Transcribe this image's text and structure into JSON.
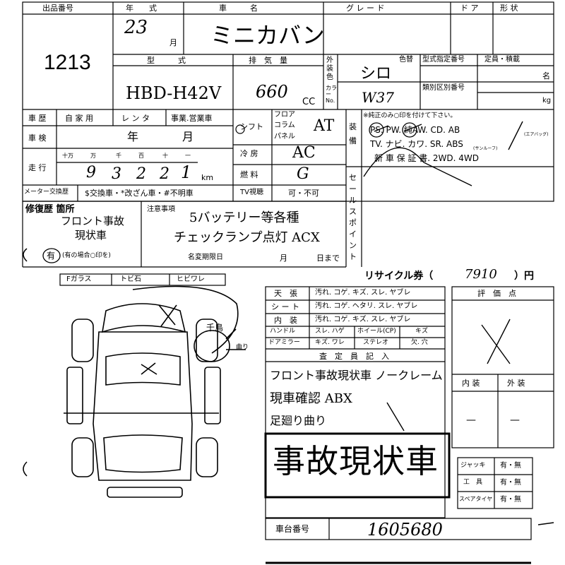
{
  "header": {
    "lot_label": "出品番号",
    "year_label": "年　　式",
    "car_label": "車　　　名",
    "grade_label": "グ レ ー ド",
    "door_label": "ド ア",
    "shape_label": "形 状",
    "lot_number": "1213",
    "year_value": "23",
    "month_unit": "月",
    "car_name": "ミニカバン"
  },
  "model": {
    "type_label": "型　　　式",
    "displacement_label": "排　気　量",
    "type_value": "HBD-H42V",
    "displacement_value": "660",
    "cc_unit": "CC",
    "ext_color_label": "外装色",
    "color_no_label": "カラーNo.",
    "color_name_label": "色替",
    "color_value": "シロ",
    "color_code": "W37",
    "spec_no_label": "型式指定番号",
    "class_no_label": "類別区別番号",
    "capacity_label": "定員・積載",
    "capacity_unit": "名",
    "load_unit": "kg"
  },
  "history": {
    "history_label": "車 歴",
    "private_label": "自 家 用",
    "rental_label": "レ ン タ",
    "business_label": "事業.営業車",
    "inspection_label": "車 検",
    "year_label": "年",
    "month_label": "月",
    "mileage_label": "走 行",
    "digit_labels": [
      "十万",
      "万",
      "千",
      "百",
      "十",
      "一"
    ],
    "mileage_digits": [
      "9",
      "3",
      "2",
      "2",
      "1"
    ],
    "km_unit": "km",
    "meter_label": "メーター交換歴",
    "meter_options": "$交換車・*改ざん車・#不明車"
  },
  "drive": {
    "shift_label": "シフト",
    "shift_options": [
      "フロア",
      "コラム",
      "パネル"
    ],
    "shift_value": "AT",
    "ac_label": "冷 房",
    "ac_value": "AC",
    "fuel_label": "燃 料",
    "fuel_value": "G",
    "tv_label": "TV視聴",
    "tv_options": "可・不可"
  },
  "equipment": {
    "label": "装 備",
    "note": "※純正のみ○印を付けて下さい。",
    "row1": "PS. PW. 純AW. CD. AB",
    "airbag_note": "(エアバッグ)",
    "row2": "TV. ナビ. カワ. SR. ABS",
    "sunroof_note": "(サンルーフ)",
    "row3": "新 車 保 証 書. 2WD. 4WD"
  },
  "repair": {
    "label": "修復歴 箇所",
    "note_line1": "フロント事故",
    "note_line2": "現状車",
    "yes_label": "有",
    "yes_note": "(有の場合○印を)"
  },
  "caution": {
    "label": "注意事項",
    "line1": "5バッテリー等各種",
    "line2": "チェックランプ点灯 ACX",
    "deadline_label": "名変期限日",
    "month_label": "月",
    "day_label": "日まで"
  },
  "sales": {
    "label": "セールスポイント"
  },
  "recycle": {
    "label": "リサイクル券（",
    "value": "7910",
    "unit": "）円"
  },
  "glass": {
    "items": [
      "Fガラス",
      "トビ石",
      "ヒビワレ"
    ]
  },
  "diagram": {
    "note1": "千鳥",
    "note2": "曲り"
  },
  "interior": {
    "rows": [
      {
        "label": "天　張",
        "items": "汚れ. コゲ. キズ. スレ. ヤブレ"
      },
      {
        "label": "シ ー ト",
        "items": "汚れ. コゲ. ヘタリ. スレ. ヤブレ"
      },
      {
        "label": "内　装",
        "items": "汚れ. コゲ. キズ. スレ. ヤブレ"
      }
    ],
    "handle_label": "ハンドル",
    "handle_items": "スレ. ハゲ",
    "wheel_label": "ホイール(CP)",
    "wheel_items": "キズ",
    "mirror_label": "ドアミラー",
    "mirror_items": "キズ. ワレ",
    "stereo_label": "ステレオ",
    "stereo_items": "欠. 穴"
  },
  "inspector": {
    "label": "査　定　員　記　入",
    "line1": "フロント事故現状車 ノークレーム",
    "line2": "現車確認 ABX",
    "line3": "足廻り曲り",
    "stamp": "事故現状車"
  },
  "evaluation": {
    "label": "評　価　点",
    "interior_label": "内 装",
    "exterior_label": "外 装",
    "interior_value": "—",
    "exterior_value": "—"
  },
  "accessories": {
    "rows": [
      {
        "label": "ジャッキ",
        "value": "有・無"
      },
      {
        "label": "工　具",
        "value": "有・無"
      },
      {
        "label": "スペアタイヤ",
        "value": "有・無"
      }
    ]
  },
  "chassis": {
    "label": "車台番号",
    "value": "1605680"
  }
}
